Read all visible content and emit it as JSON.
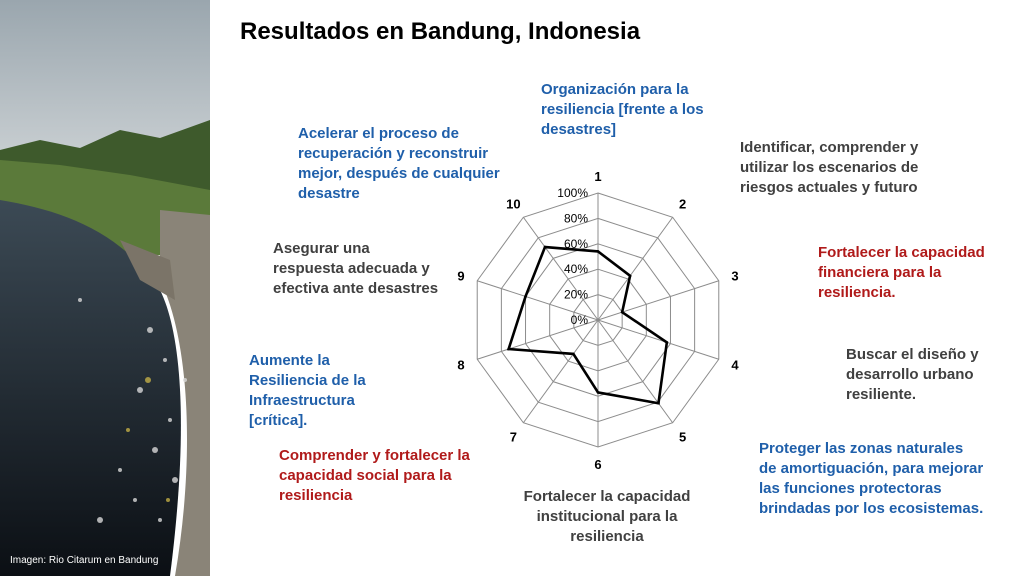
{
  "title": "Resultados en Bandung, Indonesia",
  "photo_caption": "Imagen: Rio Citarum en Bandung",
  "labels": [
    "Organización para la resiliencia [frente a los desastres]",
    "Identificar, comprender y utilizar los escenarios de riesgos actuales y futuro",
    "Fortalecer la capacidad financiera para la resiliencia.",
    "Buscar el diseño y desarrollo urbano resiliente.",
    "Proteger las zonas naturales de amortiguación, para mejorar las funciones protectoras brindadas por los ecosistemas.",
    "Fortalecer la capacidad institucional para la resiliencia",
    "Comprender y fortalecer la capacidad social para la resiliencia",
    "Aumente la Resiliencia de la Infraestructura [crítica].",
    "Asegurar una respuesta adecuada y efectiva ante desastres",
    "Acelerar el proceso de recuperación y reconstruir mejor, después de cualquier desastre"
  ],
  "colors": {
    "blue": "#1f5faa",
    "red": "#b01a1a",
    "gray": "#404040"
  },
  "chart_data": {
    "type": "radar",
    "categories": [
      "1",
      "2",
      "3",
      "4",
      "5",
      "6",
      "7",
      "8",
      "9",
      "10"
    ],
    "values": [
      54,
      43,
      20,
      57,
      81,
      57,
      33,
      74,
      60,
      71
    ],
    "ticks": [
      "0%",
      "20%",
      "40%",
      "60%",
      "80%",
      "100%"
    ],
    "range": [
      0,
      100
    ],
    "grid": true
  }
}
